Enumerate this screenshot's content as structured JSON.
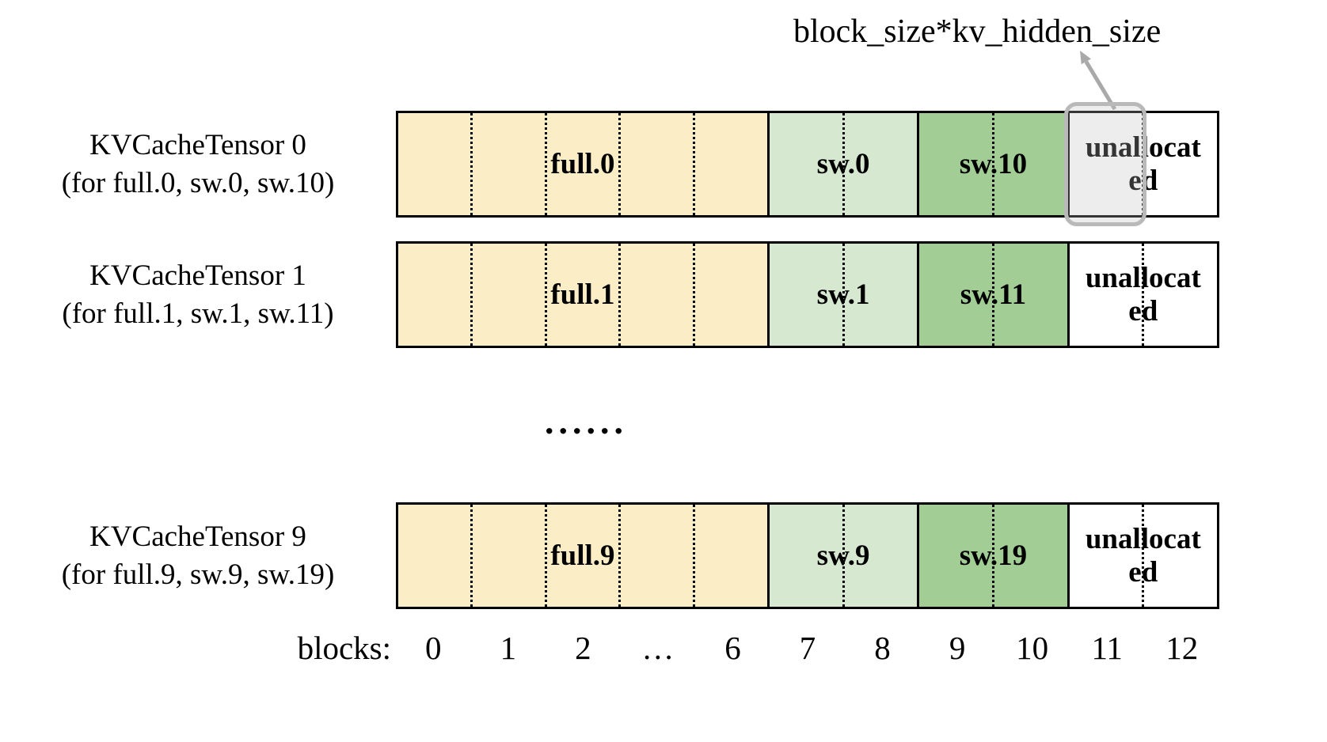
{
  "annotation": {
    "label": "block_size*kv_hidden_size"
  },
  "ellipsis": "......",
  "axis": {
    "label": "blocks:",
    "ticks": [
      "0",
      "1",
      "2",
      "…",
      "6",
      "7",
      "8",
      "9",
      "10",
      "11",
      "12"
    ]
  },
  "colors": {
    "full": "#FBEEC6",
    "sw_front": "#D6E8D0",
    "sw_back": "#A2CD95",
    "unallocated": "#FFFFFF",
    "highlight_stroke": "#B9B9B9",
    "arrow": "#A9A9A9",
    "border": "#000000"
  },
  "tensors": [
    {
      "title": "KVCacheTensor 0",
      "subtitle": "(for full.0, sw.0, sw.10)",
      "segments": [
        {
          "label": "full.0"
        },
        {
          "label": "sw.0"
        },
        {
          "label": "sw.10"
        },
        {
          "label": "unallocated"
        }
      ]
    },
    {
      "title": "KVCacheTensor 1",
      "subtitle": "(for full.1, sw.1, sw.11)",
      "segments": [
        {
          "label": "full.1"
        },
        {
          "label": "sw.1"
        },
        {
          "label": "sw.11"
        },
        {
          "label": "unallocated"
        }
      ]
    },
    {
      "title": "KVCacheTensor 9",
      "subtitle": "(for full.9, sw.9, sw.19)",
      "segments": [
        {
          "label": "full.9"
        },
        {
          "label": "sw.9"
        },
        {
          "label": "sw.19"
        },
        {
          "label": "unallocated"
        }
      ]
    }
  ]
}
